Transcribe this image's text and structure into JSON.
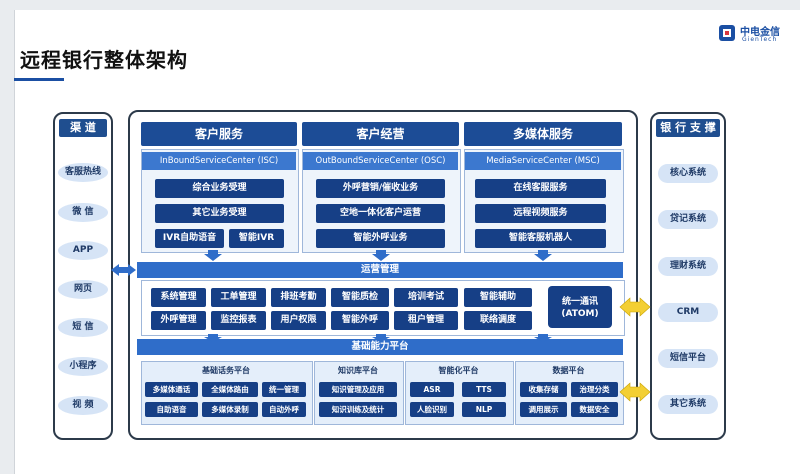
{
  "title": "远程银行整体架构",
  "logo": {
    "cn": "中电金信",
    "en": "GienTech"
  },
  "channels": {
    "header": "渠 道",
    "items": [
      "客服热线",
      "微 信",
      "APP",
      "网页",
      "短 信",
      "小程序",
      "视 频"
    ]
  },
  "bank_support": {
    "header": "银 行 支 撑",
    "items": [
      "核心系统",
      "贷记系统",
      "理财系统",
      "CRM",
      "短信平台",
      "其它系统"
    ]
  },
  "services": [
    {
      "title": "客户服务",
      "subtitle": "InBoundServiceCenter (ISC)",
      "items": [
        "综合业务受理",
        "其它业务受理"
      ],
      "split": [
        "IVR自助语音",
        "智能IVR"
      ]
    },
    {
      "title": "客户经营",
      "subtitle": "OutBoundServiceCenter (OSC)",
      "items": [
        "外呼营销/催收业务",
        "空地一体化客户运营",
        "智能外呼业务"
      ]
    },
    {
      "title": "多媒体服务",
      "subtitle": "MediaServiceCenter (MSC)",
      "items": [
        "在线客服服务",
        "远程视频服务",
        "智能客服机器人"
      ]
    }
  ],
  "operations": {
    "title": "运营管理",
    "row1": [
      "系统管理",
      "工单管理",
      "排班考勤",
      "智能质检",
      "培训考试",
      "智能辅助"
    ],
    "row2": [
      "外呼管理",
      "监控报表",
      "用户权限",
      "智能外呼",
      "租户管理",
      "联络调度"
    ],
    "atom": [
      "统一通讯",
      "(ATOM)"
    ]
  },
  "platform": {
    "title": "基础能力平台",
    "groups": [
      {
        "title": "基础话务平台",
        "row1": [
          "多媒体通话",
          "全媒体路由",
          "统一管理"
        ],
        "row2": [
          "自助语音",
          "多媒体录制",
          "自动外呼"
        ]
      },
      {
        "title": "知识库平台",
        "row1": [
          "知识管理及应用"
        ],
        "row2": [
          "知识训练及统计"
        ]
      },
      {
        "title": "智能化平台",
        "row1": [
          "ASR",
          "TTS"
        ],
        "row2": [
          "人脸识别",
          "NLP"
        ]
      },
      {
        "title": "数据平台",
        "row1": [
          "收集存储",
          "治理分类"
        ],
        "row2": [
          "调用展示",
          "数据安全"
        ]
      }
    ]
  },
  "colors": {
    "primary": "#1c4c96",
    "accent": "#2f6dc9",
    "light": "#d6e4f6",
    "arrow_yellow": "#f3cf33"
  }
}
